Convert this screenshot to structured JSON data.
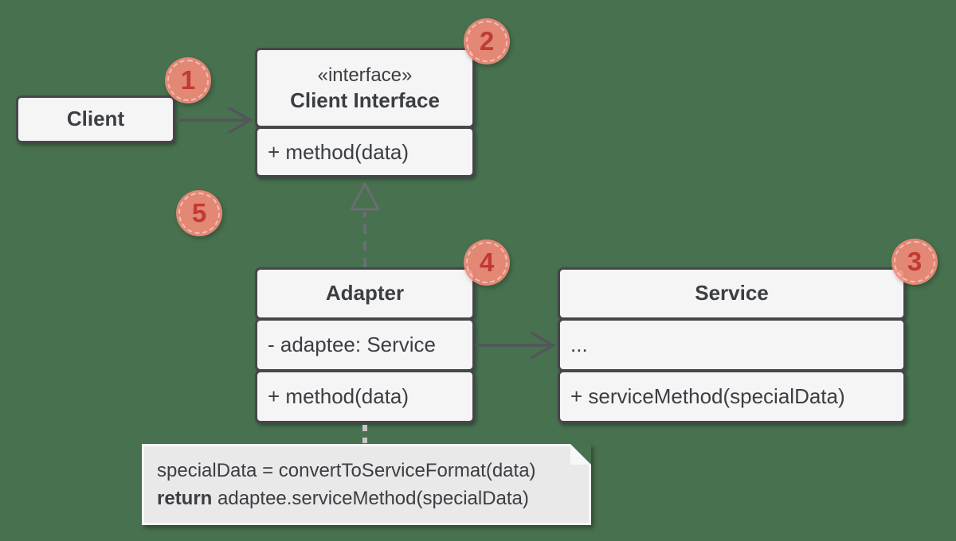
{
  "colors": {
    "bg": "#48714F",
    "box-fill": "#F5F5F6",
    "box-border": "#45474B",
    "text": "#3B3E43",
    "arrow": "#53565A",
    "dashed-arrow": "#6A6E72",
    "note-fill": "#E9E9E9",
    "note-border": "#F8F8F8",
    "note-dash": "#C4C6C3",
    "badge-fill": "#F38B79E6",
    "badge-text": "#C13A33"
  },
  "diagram": {
    "client": {
      "title": "Client"
    },
    "client_interface": {
      "stereotype": "«interface»",
      "title": "Client Interface",
      "members": [
        "+ method(data)"
      ]
    },
    "adapter": {
      "title": "Adapter",
      "members": [
        "- adaptee: Service",
        "+ method(data)"
      ]
    },
    "service": {
      "title": "Service",
      "members": [
        "...",
        "+ serviceMethod(specialData)"
      ]
    }
  },
  "note": {
    "line1": "specialData = convertToServiceFormat(data)",
    "line2_keyword": "return",
    "line2_rest": " adaptee.serviceMethod(specialData)"
  },
  "badges": [
    {
      "label": "1"
    },
    {
      "label": "2"
    },
    {
      "label": "3"
    },
    {
      "label": "4"
    },
    {
      "label": "5"
    }
  ]
}
